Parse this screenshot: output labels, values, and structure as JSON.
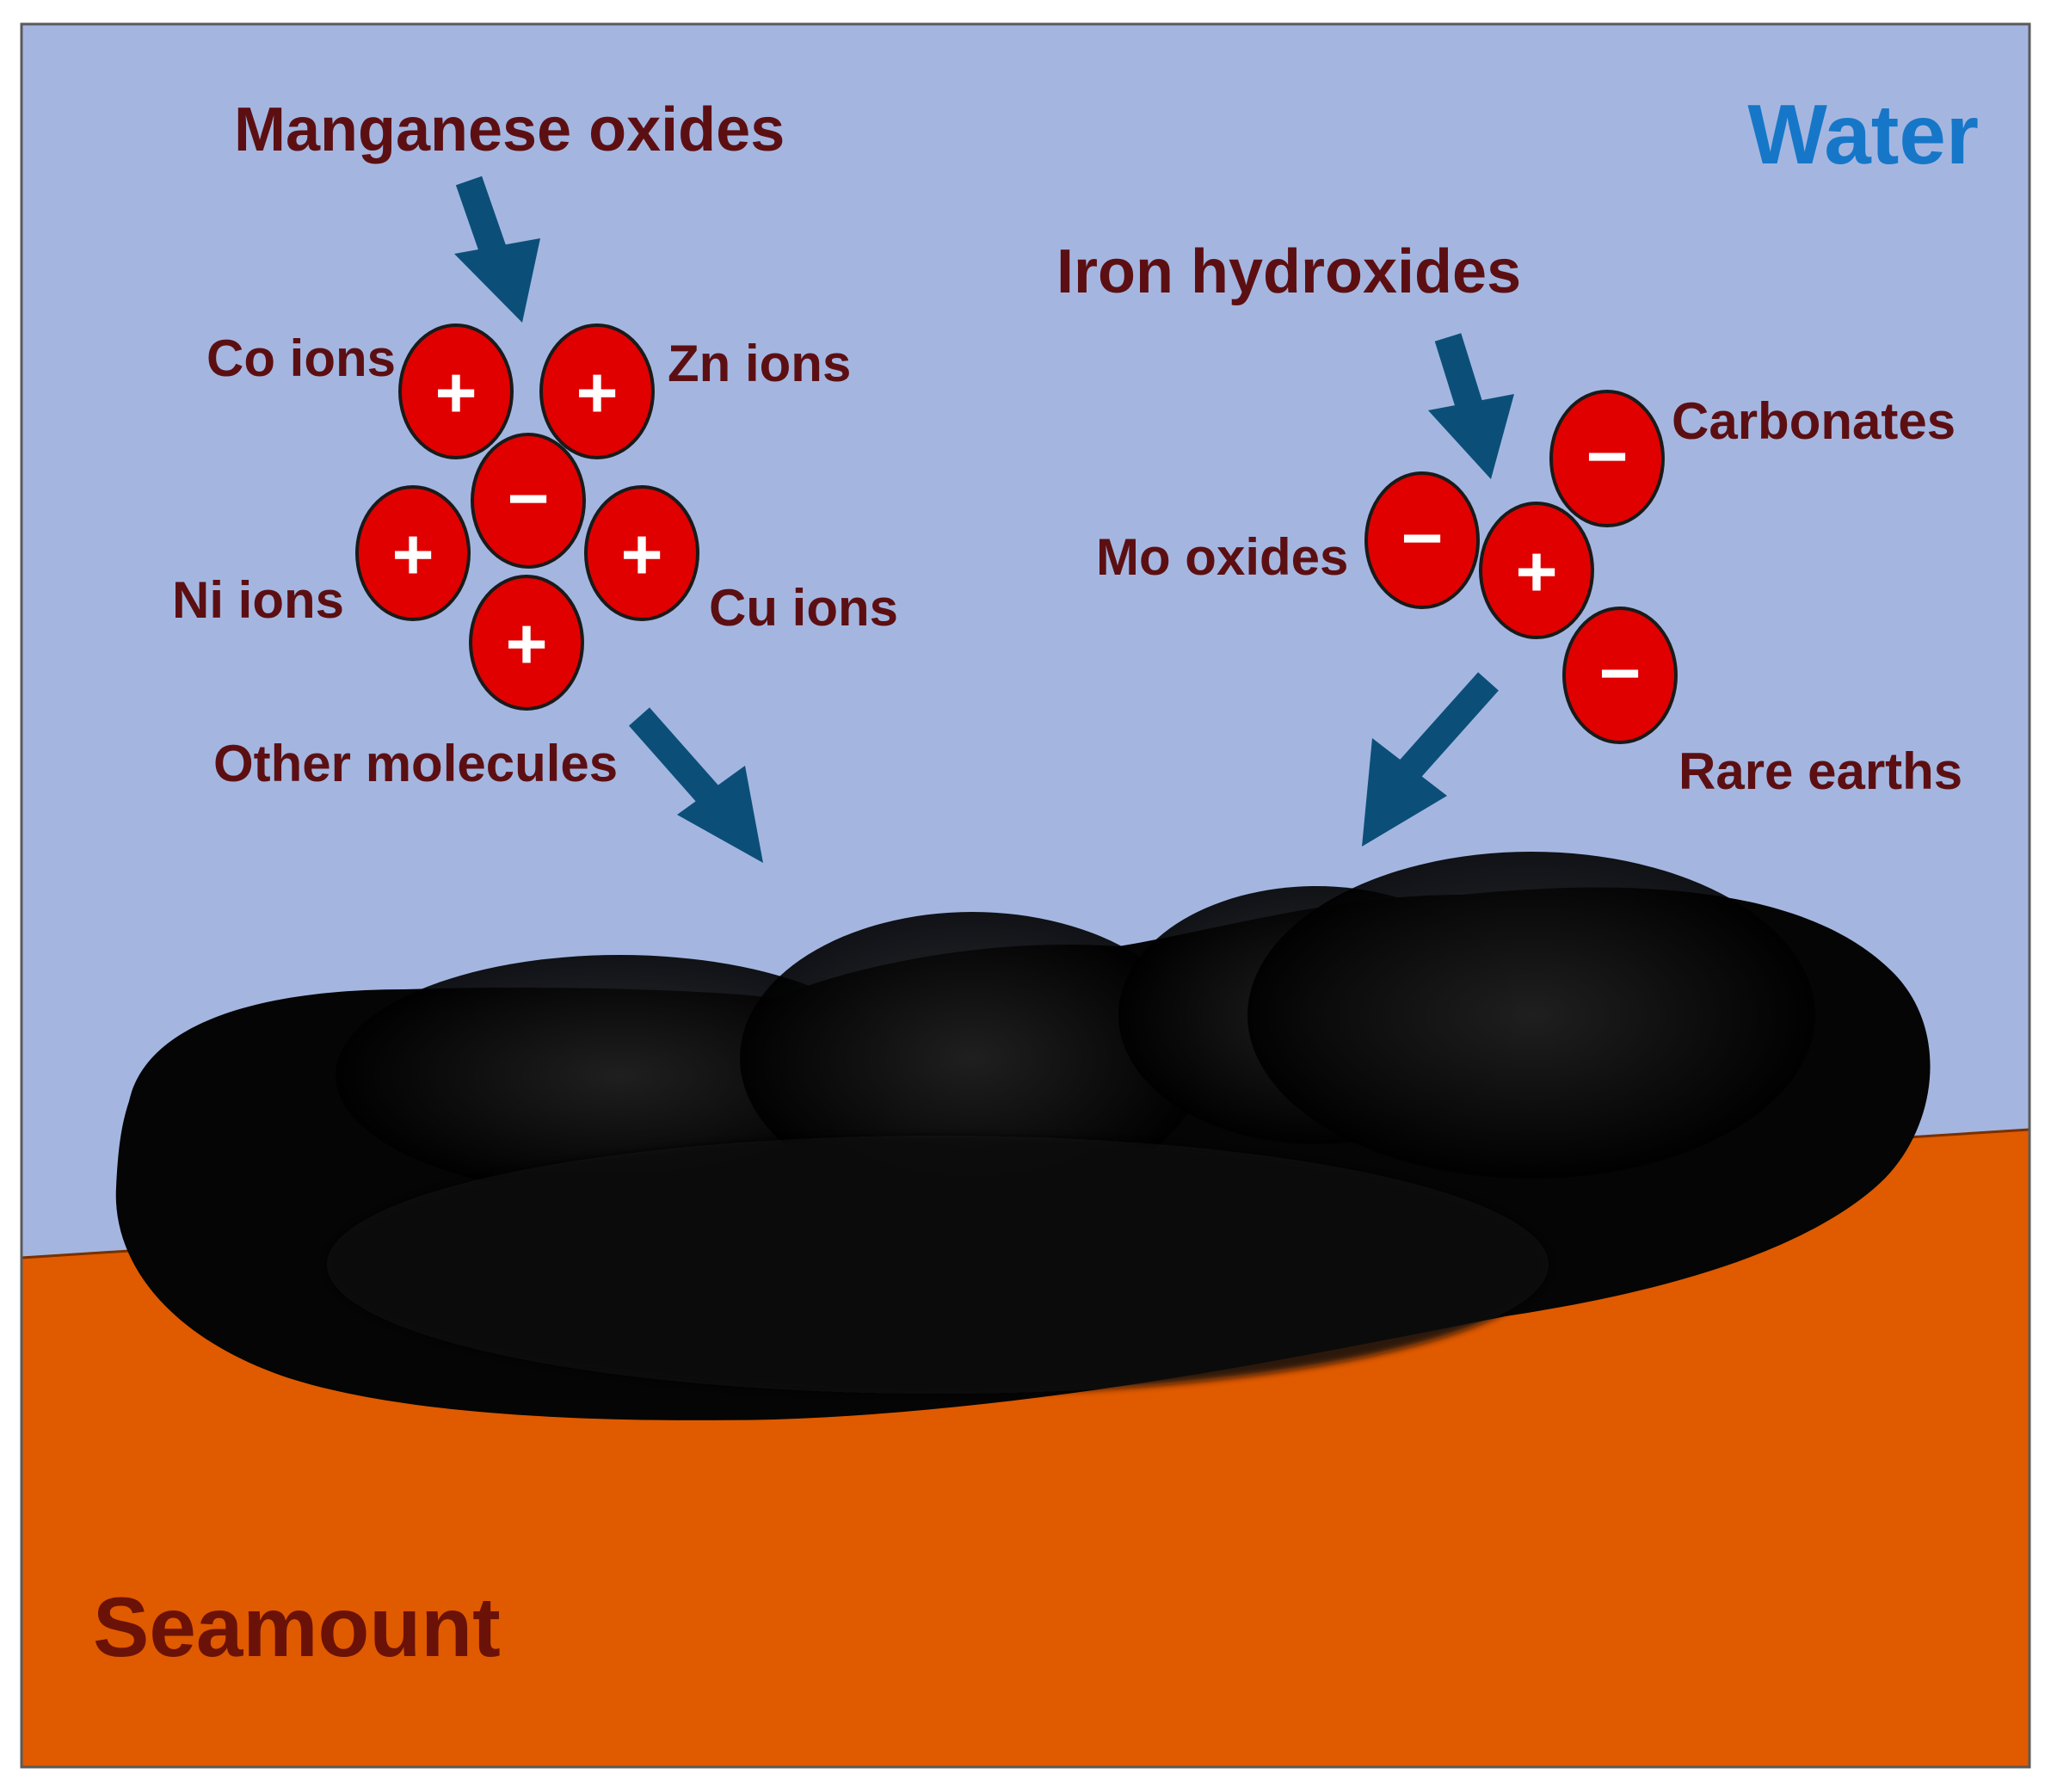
{
  "colors": {
    "water": "#a4b6e0",
    "seamount": "#e05a00",
    "nodule": "#050505",
    "ion_fill": "#e00000",
    "ion_stroke": "#1a1a1a",
    "arrow": "#0b4f78",
    "label": "#5c0f12",
    "water_label": "#1677c8",
    "seamount_label": "#6b1208"
  },
  "labels": {
    "water": "Water",
    "seamount": "Seamount",
    "manganese": "Manganese oxides",
    "iron": "Iron hydroxides",
    "co": "Co ions",
    "zn": "Zn ions",
    "ni": "Ni ions",
    "cu": "Cu ions",
    "other": "Other molecules",
    "carbonates": "Carbonates",
    "mo": "Mo oxides",
    "rare_earths": "Rare earths"
  },
  "signs": {
    "plus": "+",
    "minus": "−"
  }
}
